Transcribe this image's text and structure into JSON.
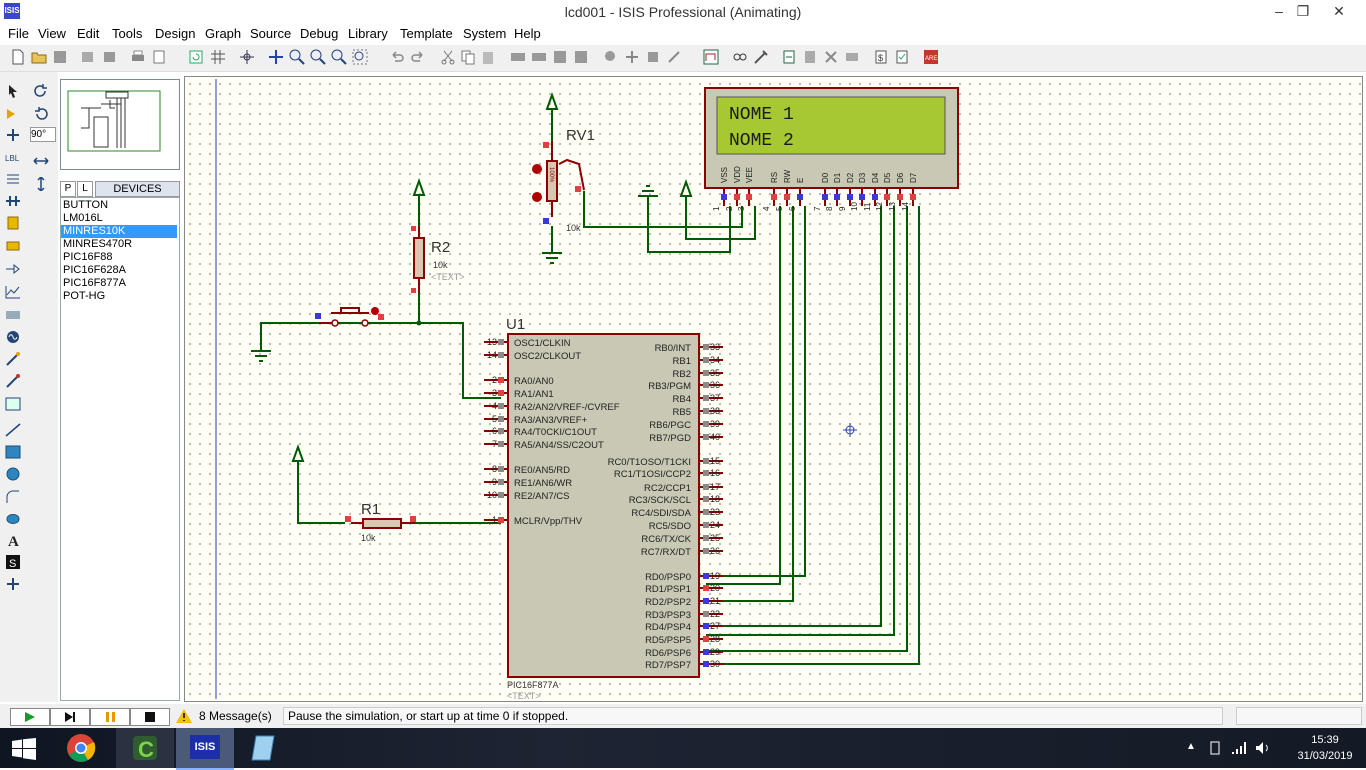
{
  "window": {
    "title": "lcd001 - ISIS Professional (Animating)",
    "app_icon": "ISIS",
    "minimize": "–",
    "maximize": "❐",
    "close": "✕"
  },
  "menu": [
    "File",
    "View",
    "Edit",
    "Tools",
    "Design",
    "Graph",
    "Source",
    "Debug",
    "Library",
    "Template",
    "System",
    "Help"
  ],
  "left_panel": {
    "rotation_value": "90°",
    "tab_p": "P",
    "tab_l": "L",
    "devices_header": "DEVICES",
    "devices": [
      "BUTTON",
      "LM016L",
      "MINRES10K",
      "MINRES470R",
      "PIC16F88",
      "PIC16F628A",
      "PIC16F877A",
      "POT-HG"
    ],
    "selected_device": "MINRES10K"
  },
  "schematic": {
    "lcd": {
      "line1": "NOME 1",
      "line2": "NOME 2",
      "pin_names": [
        "VSS",
        "VDD",
        "VEE",
        "RS",
        "RW",
        "E",
        "D0",
        "D1",
        "D2",
        "D3",
        "D4",
        "D5",
        "D6",
        "D7"
      ],
      "pin_numbers": [
        "1",
        "2",
        "3",
        "4",
        "5",
        "6",
        "7",
        "8",
        "9",
        "10",
        "11",
        "12",
        "13",
        "14"
      ]
    },
    "rv1": {
      "ref": "RV1",
      "value": "10k",
      "body_text": "100%"
    },
    "r2": {
      "ref": "R2",
      "value": "10k",
      "text_placeholder": "<TEXT>"
    },
    "r1": {
      "ref": "R1",
      "value": "10k"
    },
    "u1": {
      "ref": "U1",
      "part": "PIC16F877A",
      "text_placeholder": "<TEXT>",
      "left_pins": [
        {
          "num": "13",
          "name": "OSC1/CLKIN"
        },
        {
          "num": "14",
          "name": "OSC2/CLKOUT"
        },
        {
          "num": "2",
          "name": "RA0/AN0"
        },
        {
          "num": "3",
          "name": "RA1/AN1"
        },
        {
          "num": "4",
          "name": "RA2/AN2/VREF-/CVREF"
        },
        {
          "num": "5",
          "name": "RA3/AN3/VREF+"
        },
        {
          "num": "6",
          "name": "RA4/T0CKI/C1OUT"
        },
        {
          "num": "7",
          "name": "RA5/AN4/SS/C2OUT"
        },
        {
          "num": "8",
          "name": "RE0/AN5/RD"
        },
        {
          "num": "9",
          "name": "RE1/AN6/WR"
        },
        {
          "num": "10",
          "name": "RE2/AN7/CS"
        },
        {
          "num": "1",
          "name": "MCLR/Vpp/THV"
        }
      ],
      "right_pins": [
        {
          "num": "33",
          "name": "RB0/INT"
        },
        {
          "num": "34",
          "name": "RB1"
        },
        {
          "num": "35",
          "name": "RB2"
        },
        {
          "num": "36",
          "name": "RB3/PGM"
        },
        {
          "num": "37",
          "name": "RB4"
        },
        {
          "num": "38",
          "name": "RB5"
        },
        {
          "num": "39",
          "name": "RB6/PGC"
        },
        {
          "num": "40",
          "name": "RB7/PGD"
        },
        {
          "num": "15",
          "name": "RC0/T1OSO/T1CKI"
        },
        {
          "num": "16",
          "name": "RC1/T1OSI/CCP2"
        },
        {
          "num": "17",
          "name": "RC2/CCP1"
        },
        {
          "num": "18",
          "name": "RC3/SCK/SCL"
        },
        {
          "num": "23",
          "name": "RC4/SDI/SDA"
        },
        {
          "num": "24",
          "name": "RC5/SDO"
        },
        {
          "num": "25",
          "name": "RC6/TX/CK"
        },
        {
          "num": "26",
          "name": "RC7/RX/DT"
        },
        {
          "num": "19",
          "name": "RD0/PSP0"
        },
        {
          "num": "20",
          "name": "RD1/PSP1"
        },
        {
          "num": "21",
          "name": "RD2/PSP2"
        },
        {
          "num": "22",
          "name": "RD3/PSP3"
        },
        {
          "num": "27",
          "name": "RD4/PSP4"
        },
        {
          "num": "28",
          "name": "RD5/PSP5"
        },
        {
          "num": "29",
          "name": "RD6/PSP6"
        },
        {
          "num": "30",
          "name": "RD7/PSP7"
        }
      ]
    }
  },
  "status": {
    "messages": "8 Message(s)",
    "hint": "Pause the simulation, or start up at time 0 if stopped."
  },
  "taskbar": {
    "time": "15:39",
    "date": "31/03/2019",
    "isis_label": "ISIS"
  },
  "colors": {
    "wire": "#005a00",
    "component": "#8b0000",
    "body_fill": "#c8c8b4",
    "lcd_screen": "#a6c832",
    "selected": "#3399ff"
  }
}
